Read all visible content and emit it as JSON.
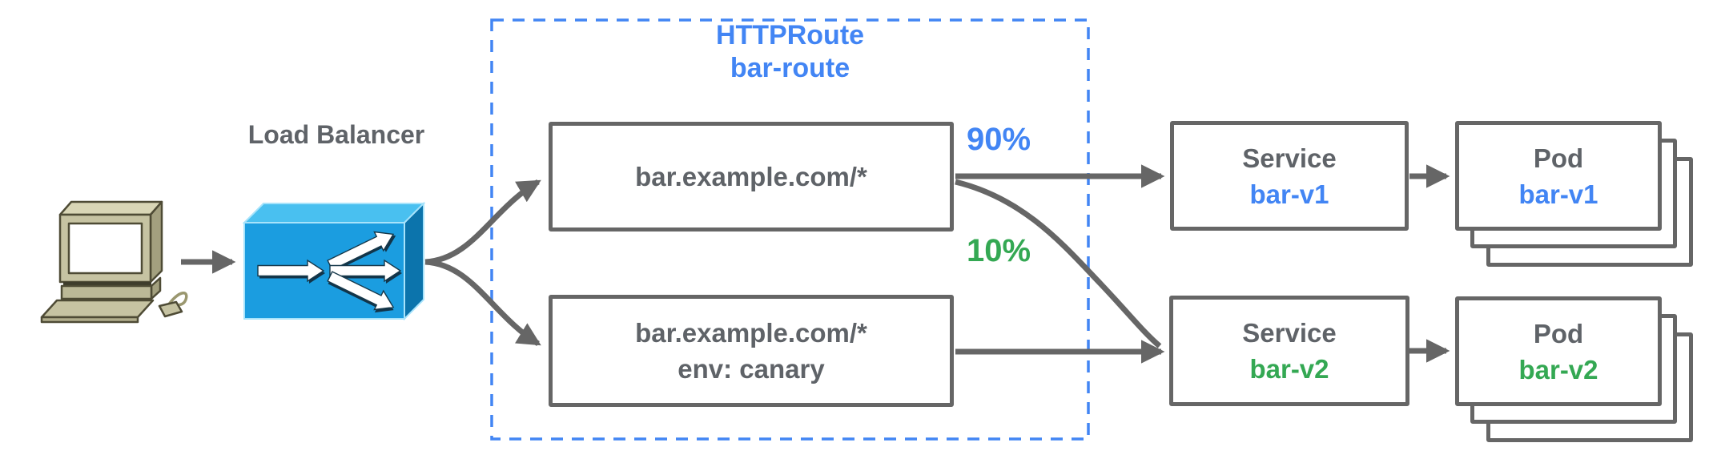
{
  "diagram": {
    "client": {
      "icon": "desktop-computer-icon"
    },
    "load_balancer": {
      "label": "Load Balancer",
      "icon": "load-balancer-icon"
    },
    "httproute": {
      "kind": "HTTPRoute",
      "name": "bar-route",
      "rules": [
        {
          "match": "bar.example.com/*",
          "header": "",
          "weight": "90%",
          "weight_color": "#4285F4"
        },
        {
          "match": "bar.example.com/*",
          "header": "env: canary",
          "weight": "10%",
          "weight_color": "#34A853"
        }
      ]
    },
    "services": [
      {
        "kind": "Service",
        "name": "bar-v1",
        "accent": "#4285F4"
      },
      {
        "kind": "Service",
        "name": "bar-v2",
        "accent": "#34A853"
      }
    ],
    "pods": [
      {
        "kind": "Pod",
        "name": "bar-v1",
        "accent": "#4285F4"
      },
      {
        "kind": "Pod",
        "name": "bar-v2",
        "accent": "#34A853"
      }
    ],
    "colors": {
      "blue": "#4285F4",
      "green": "#34A853",
      "gray_text": "#5f6368",
      "border_gray": "#666666",
      "lb_front": "#1b9de0",
      "lb_top": "#49c0f0",
      "lb_side": "#0c74ac"
    }
  }
}
